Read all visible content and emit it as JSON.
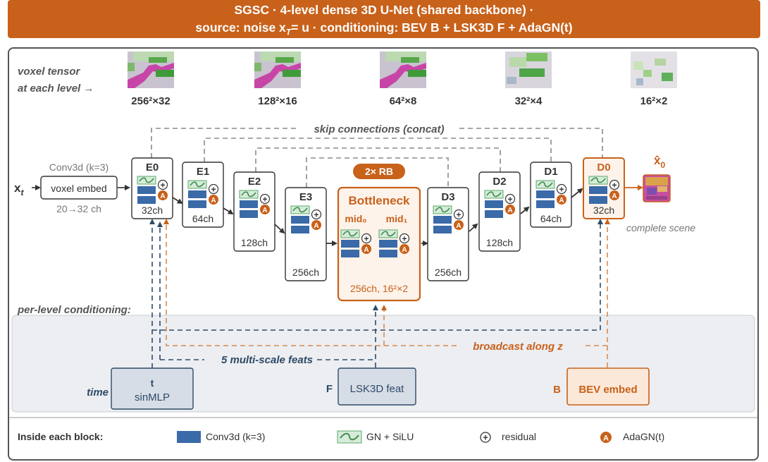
{
  "title": {
    "line1": "SGSC · 4-level dense 3D U-Net (shared backbone) ·",
    "line2": "source: noise xT= u · conditioning: BEV B + LSK3D F + AdaGN(t)"
  },
  "voxel_row": {
    "label_line1": "voxel tensor",
    "label_line2": "at each level →",
    "levels": [
      "256²×32",
      "128²×16",
      "64²×8",
      "32²×4",
      "16²×2"
    ]
  },
  "skip_label": "skip connections (concat)",
  "input": {
    "symbol": "x",
    "subscript": "t",
    "conv_label": "Conv3d (k=3)",
    "embed_label": "voxel embed",
    "channels_label": "20→32 ch"
  },
  "encoder": [
    {
      "name": "E0",
      "channels": "32ch"
    },
    {
      "name": "E1",
      "channels": "64ch"
    },
    {
      "name": "E2",
      "channels": "128ch"
    },
    {
      "name": "E3",
      "channels": "256ch"
    }
  ],
  "bottleneck": {
    "badge": "2× RB",
    "name": "Bottleneck",
    "mid0": "mid₀",
    "mid1": "mid₁",
    "info": "256ch, 16²×2"
  },
  "decoder": [
    {
      "name": "D3",
      "channels": "256ch"
    },
    {
      "name": "D2",
      "channels": "128ch"
    },
    {
      "name": "D1",
      "channels": "64ch"
    },
    {
      "name": "D0",
      "channels": "32ch"
    }
  ],
  "output": {
    "symbol": "x̂",
    "subscript": "0",
    "caption": "complete scene"
  },
  "conditioning": {
    "section_label": "per-level conditioning:",
    "multiscale_label": "5 multi-scale feats",
    "broadcast_label": "broadcast along z",
    "time": {
      "side_label": "time",
      "symbol": "t",
      "name": "sinMLP"
    },
    "lsk": {
      "side_label": "F",
      "name": "LSK3D feat"
    },
    "bev": {
      "side_label": "B",
      "name": "BEV embed"
    }
  },
  "legend": {
    "title": "Inside each block:",
    "items": [
      "Conv3d (k=3)",
      "GN + SiLU",
      "residual",
      "AdaGN(t)"
    ],
    "adagn_letter": "A",
    "residual_glyph": "+"
  },
  "colors": {
    "orange": "#c8611a",
    "conv_blue": "#3a6aa8",
    "gn_green": "#5aa86a",
    "dark_teal": "#2e4a66",
    "skip_gray": "#8a8a8a",
    "cond_bg": "#eceef2",
    "time_fill": "#d7dde7",
    "bev_fill": "#fbe8d8"
  }
}
